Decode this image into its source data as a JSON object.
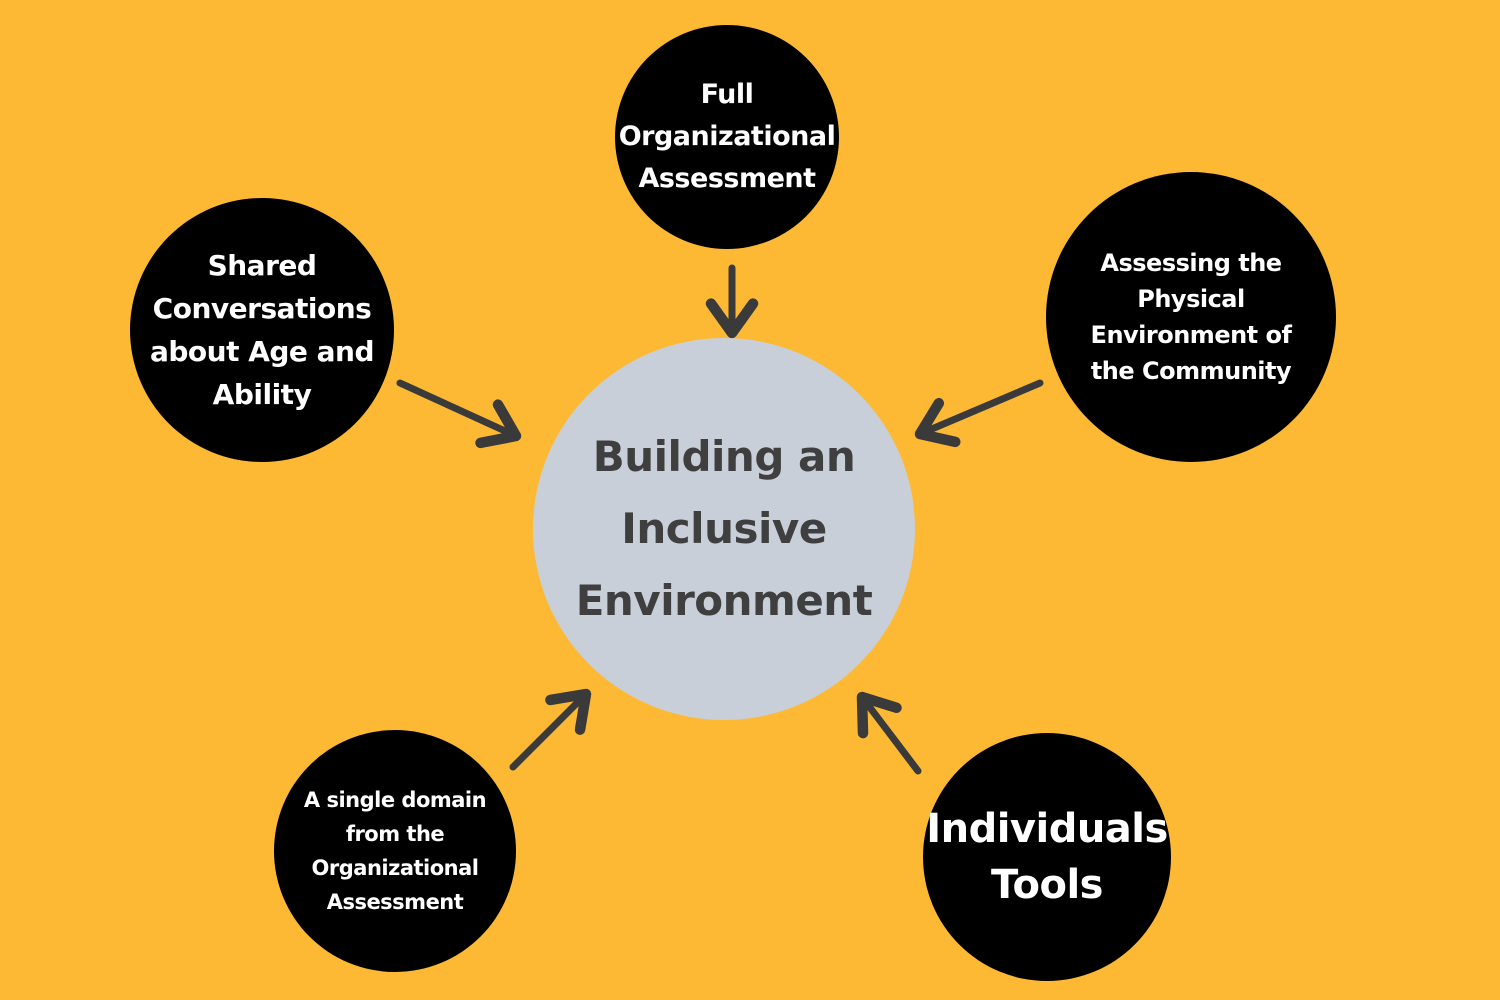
{
  "colors": {
    "background": "#FDB933",
    "outer_node_fill": "#000000",
    "outer_node_text": "#FFFFFF",
    "center_fill": "#C8CFD8",
    "center_text": "#3F3F3F",
    "arrow": "#3A3A3A"
  },
  "center": {
    "label": "Building an Inclusive Environment"
  },
  "nodes": {
    "top": {
      "label": "Full Organizational Assessment"
    },
    "left": {
      "label": "Shared Conversations about Age and Ability"
    },
    "right": {
      "label": "Assessing the Physical Environment of the Community"
    },
    "bottom_left": {
      "label": "A single domain from the Organizational Assessment"
    },
    "bottom_right": {
      "label": "Individuals Tools"
    }
  }
}
